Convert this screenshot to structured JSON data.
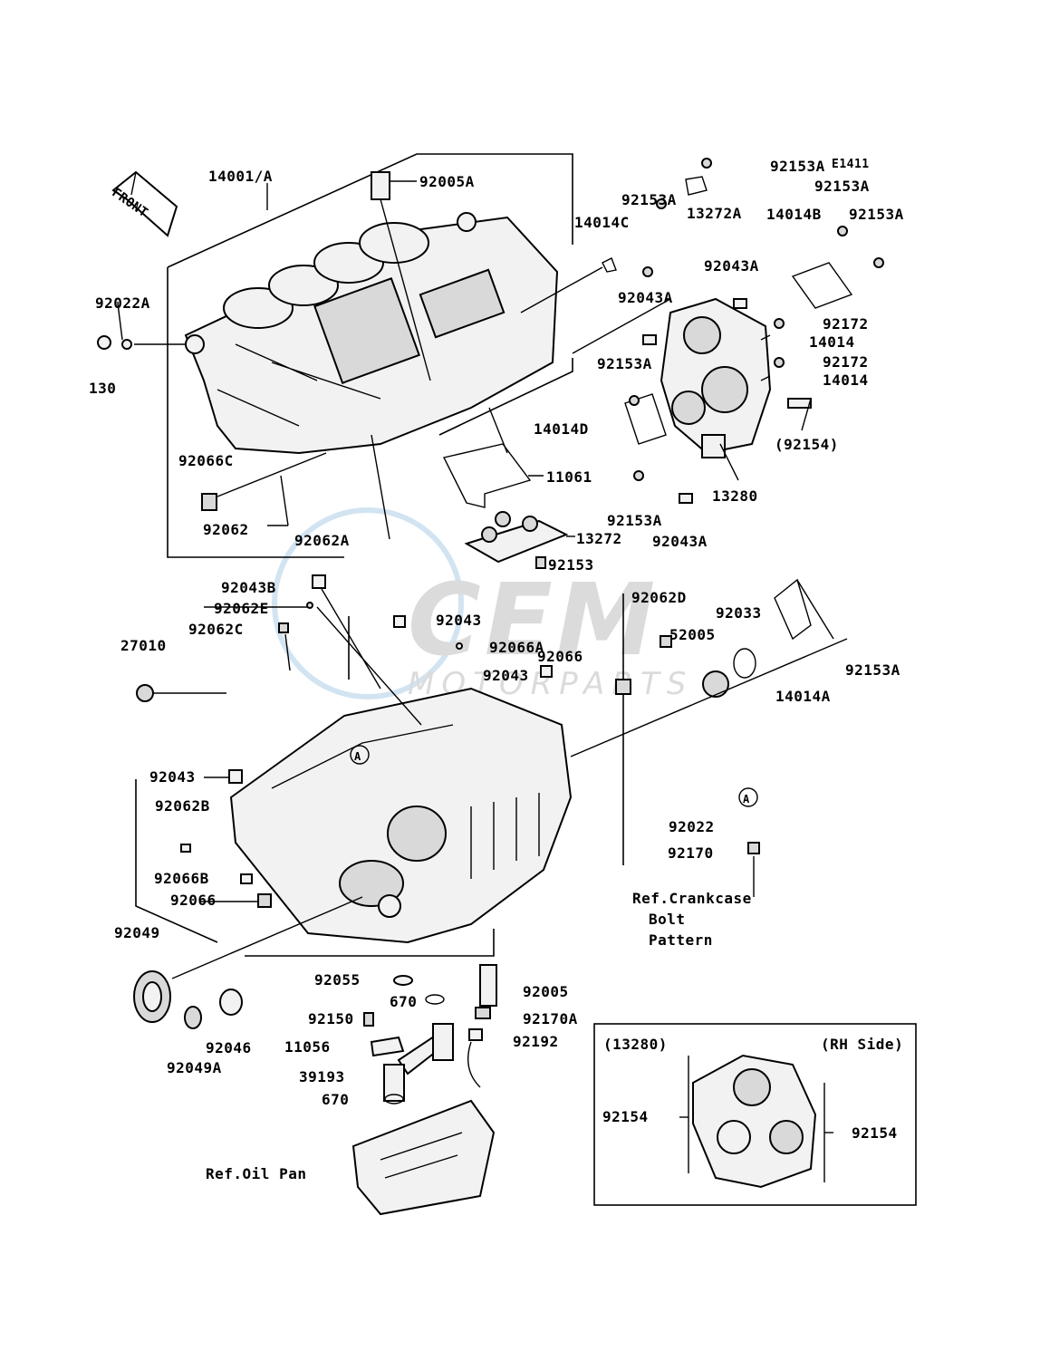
{
  "diagram_code": "E1411",
  "front_label": "FRONT",
  "callout_a": "A",
  "inset": {
    "title_left": "(13280)",
    "title_right": "(RH Side)",
    "label_left": "92154",
    "label_right": "92154"
  },
  "watermark": {
    "brand": "CEM",
    "sub": "MOTORPARTS",
    "color": "#7fb3d8"
  },
  "labels": {
    "p14001A": "14001/A",
    "p92005A": "92005A",
    "p92022A": "92022A",
    "p130": "130",
    "p92066C": "92066C",
    "p92062": "92062",
    "p92062A": "92062A",
    "p92153A_top": "92153A",
    "p92153A_b": "92153A",
    "p92153A_c": "92153A",
    "p92153A_d": "92153A",
    "p92153A_e": "92153A",
    "p92153A_f": "92153A",
    "p92153A_g": "92153A",
    "p14014C": "14014C",
    "p13272A": "13272A",
    "p14014B": "14014B",
    "p92043A_a": "92043A",
    "p92043A_b": "92043A",
    "p92043A_c": "92043A",
    "p92172_a": "92172",
    "p92172_b": "92172",
    "p14014_a": "14014",
    "p14014_b": "14014",
    "p14014D": "14014D",
    "p92154": "(92154)",
    "p13280": "13280",
    "p11061": "11061",
    "p13272": "13272",
    "p92153": "92153",
    "p92043B": "92043B",
    "p92062E": "92062E",
    "p92062C": "92062C",
    "p92043_a": "92043",
    "p92066A": "92066A",
    "p92062D": "92062D",
    "p92066": "92066",
    "p92043_b": "92043",
    "p92033": "92033",
    "p52005": "52005",
    "p14014A": "14014A",
    "p27010": "27010",
    "p92043_c": "92043",
    "p92062B": "92062B",
    "p92066B": "92066B",
    "p92066_b": "92066",
    "p92049": "92049",
    "p92046": "92046",
    "p92049A": "92049A",
    "p92055": "92055",
    "p670_a": "670",
    "p92005": "92005",
    "p92170A": "92170A",
    "p92150": "92150",
    "p92192": "92192",
    "p11056": "11056",
    "p39193": "39193",
    "p670_b": "670",
    "p92022": "92022",
    "p92170": "92170",
    "ref_crankcase_1": "Ref.Crankcase",
    "ref_crankcase_2": "Bolt",
    "ref_crankcase_3": "Pattern",
    "ref_oilpan": "Ref.Oil Pan"
  }
}
